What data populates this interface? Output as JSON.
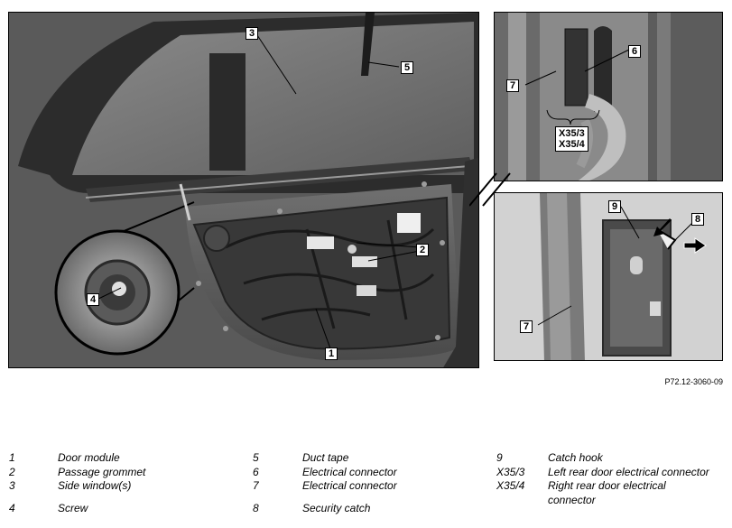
{
  "figure_id": "P72.12-3060-09",
  "main_callouts": {
    "c1": "1",
    "c2": "2",
    "c3": "3",
    "c4": "4",
    "c5": "5"
  },
  "detail_top_callouts": {
    "c6": "6",
    "c7": "7",
    "connectors_line1": "X35/3",
    "connectors_line2": "X35/4"
  },
  "detail_bottom_callouts": {
    "c7": "7",
    "c8": "8",
    "c9": "9"
  },
  "legend": {
    "col1": [
      {
        "key": "1",
        "value": "Door module"
      },
      {
        "key": "2",
        "value": "Passage grommet"
      },
      {
        "key": "3",
        "value": "Side window(s)"
      },
      {
        "key": "4",
        "value": "Screw"
      }
    ],
    "col2": [
      {
        "key": "5",
        "value": "Duct tape"
      },
      {
        "key": "6",
        "value": "Electrical connector"
      },
      {
        "key": "7",
        "value": "Electrical connector"
      },
      {
        "key": "8",
        "value": "Security catch"
      }
    ],
    "col3": [
      {
        "key": "9",
        "value": "Catch hook"
      },
      {
        "key": "X35/3",
        "value": "Left rear door electrical connector"
      },
      {
        "key": "X35/4",
        "value": "Right rear door electrical connector"
      }
    ]
  },
  "colors": {
    "photo_dark": "#3a3a3a",
    "photo_mid": "#6b6b6b",
    "photo_light": "#bdbdbd",
    "highlight_arrow": "#000000"
  }
}
